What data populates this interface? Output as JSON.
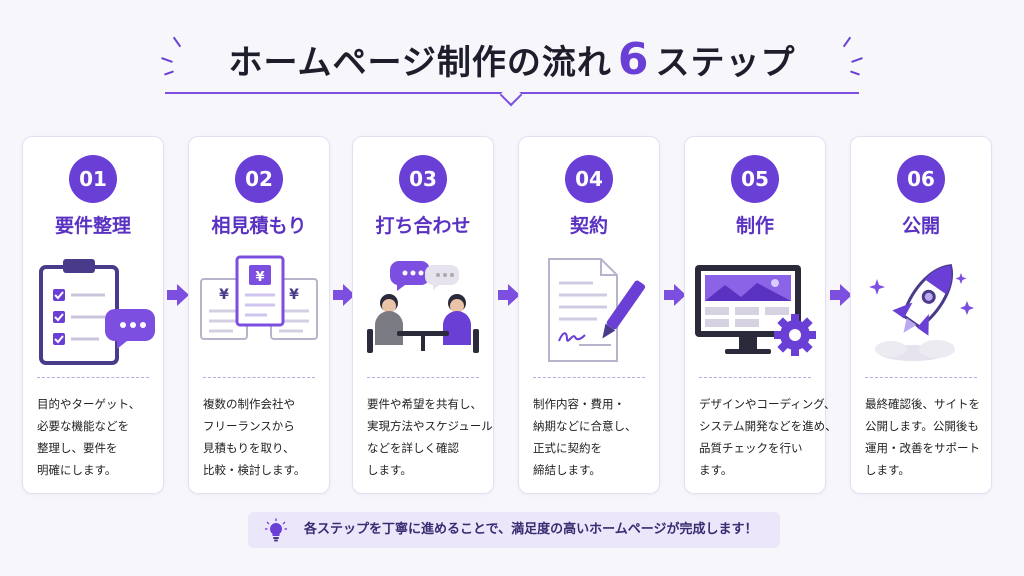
{
  "title": {
    "prefix": "ホームページ制作の流れ",
    "number": "6",
    "suffix": "ステップ"
  },
  "steps": [
    {
      "num": "01",
      "title": "要件整理",
      "icon": "checklist-clipboard-icon",
      "desc": [
        "目的やターゲット、",
        "必要な機能などを",
        "整理し、要件を",
        "明確にします。"
      ]
    },
    {
      "num": "02",
      "title": "相見積もり",
      "icon": "estimate-documents-icon",
      "desc": [
        "複数の制作会社や",
        "フリーランスから",
        "見積もりを取り、",
        "比較・検討します。"
      ]
    },
    {
      "num": "03",
      "title": "打ち合わせ",
      "icon": "meeting-people-icon",
      "desc": [
        "要件や希望を共有し、",
        "実現方法やスケジュール",
        "などを詳しく確認",
        "します。"
      ]
    },
    {
      "num": "04",
      "title": "契約",
      "icon": "contract-pen-icon",
      "desc": [
        "制作内容・費用・",
        "納期などに合意し、",
        "正式に契約を",
        "締結します。"
      ]
    },
    {
      "num": "05",
      "title": "制作",
      "icon": "monitor-gear-icon",
      "desc": [
        "デザインやコーディング、",
        "システム開発などを進め、",
        "品質チェックを行い",
        "ます。"
      ]
    },
    {
      "num": "06",
      "title": "公開",
      "icon": "rocket-launch-icon",
      "desc": [
        "最終確認後、サイトを",
        "公開します。公開後も",
        "運用・改善をサポート",
        "します。"
      ]
    }
  ],
  "yen_symbol": "¥",
  "footer": {
    "text": "各ステップを丁寧に進めることで、満足度の高いホームページが完成します！",
    "icon": "lightbulb-icon"
  },
  "colors": {
    "accent": "#6a3fd6",
    "accent_light": "#ece6fb",
    "background": "#f7f6fb"
  }
}
